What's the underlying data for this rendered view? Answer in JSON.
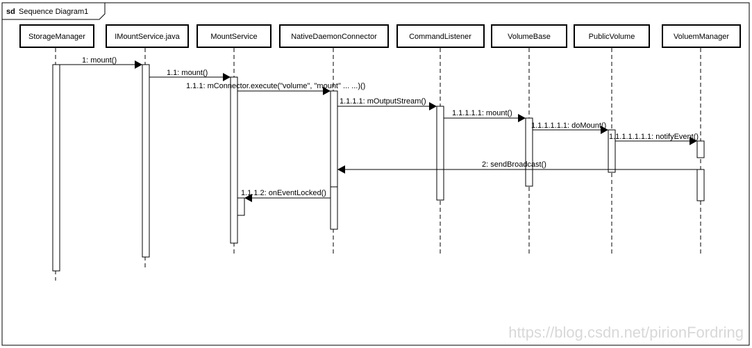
{
  "frame": {
    "tag": "sd",
    "title": "Sequence Diagram1"
  },
  "participants": [
    {
      "name": "StorageManager"
    },
    {
      "name": "IMountService.java"
    },
    {
      "name": "MountService"
    },
    {
      "name": "NativeDaemonConnector"
    },
    {
      "name": "CommandListener"
    },
    {
      "name": "VolumeBase"
    },
    {
      "name": "PublicVolume"
    },
    {
      "name": "VoluemManager"
    }
  ],
  "messages": [
    {
      "label": "1: mount()",
      "from": 0,
      "to": 1,
      "kind": "sync"
    },
    {
      "label": "1.1: mount()",
      "from": 1,
      "to": 2,
      "kind": "sync"
    },
    {
      "label": "1.1.1: mConnector.execute(\"volume\", \"mount\" ... ...)()",
      "from": 2,
      "to": 3,
      "kind": "sync"
    },
    {
      "label": "1.1.1.1: mOutputStream()",
      "from": 3,
      "to": 4,
      "kind": "sync"
    },
    {
      "label": "1.1.1.1.1: mount()",
      "from": 4,
      "to": 5,
      "kind": "sync"
    },
    {
      "label": "1.1.1.1.1.1: doMount()",
      "from": 5,
      "to": 6,
      "kind": "sync"
    },
    {
      "label": "1.1.1.1.1.1.1: notifyEvent()",
      "from": 6,
      "to": 7,
      "kind": "sync"
    },
    {
      "label": "2: sendBroadcast()",
      "from": 7,
      "to": 3,
      "kind": "sync"
    },
    {
      "label": "1.1.1.2: onEventLocked()",
      "from": 3,
      "to": 2,
      "kind": "sync"
    }
  ],
  "watermark": "https://blog.csdn.net/pirionFordring"
}
